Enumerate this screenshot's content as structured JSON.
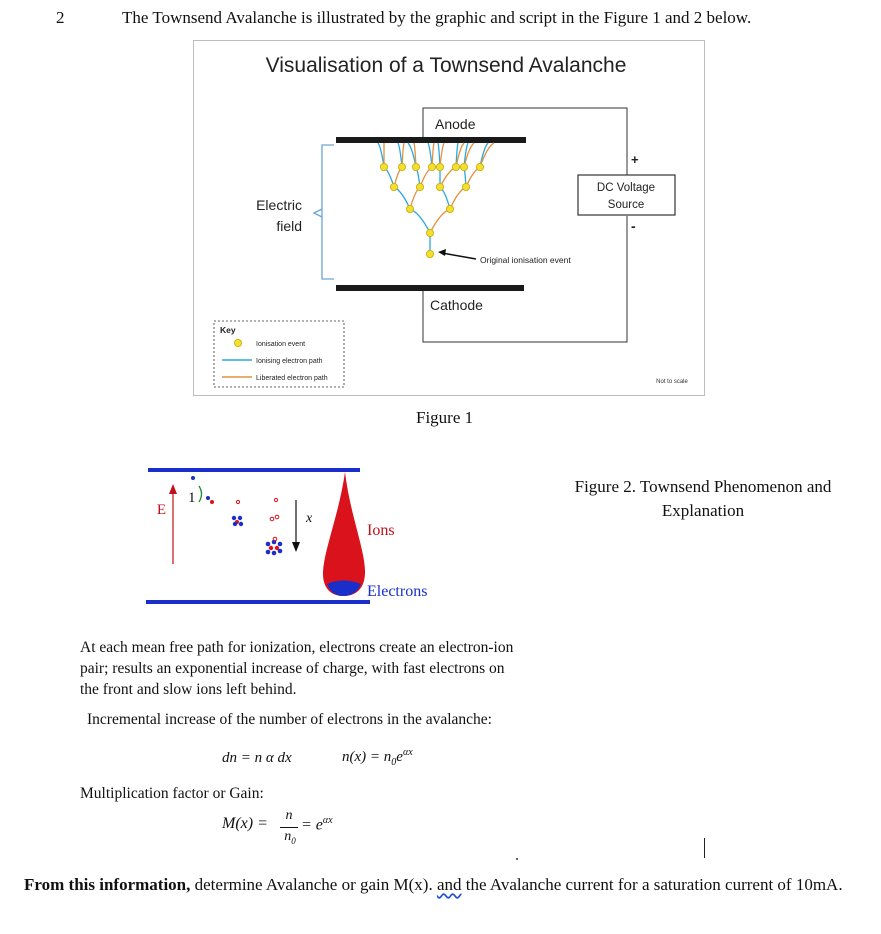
{
  "question": {
    "number": "2",
    "intro": "The Townsend Avalanche is illustrated by the graphic and script in the Figure 1 and 2 below."
  },
  "figure1": {
    "title": "Visualisation of a Townsend Avalanche",
    "anode": "Anode",
    "cathode": "Cathode",
    "electric_field": [
      "Electric",
      "field"
    ],
    "voltage_source": [
      "DC Voltage",
      "Source"
    ],
    "plus": "+",
    "minus": "-",
    "original_event": "Original ionisation event",
    "key_title": "Key",
    "key_items": [
      "Ionisation event",
      "Ionising electron path",
      "Liberated electron path"
    ],
    "not_to_scale": "Not to scale",
    "caption": "Figure 1",
    "colors": {
      "ionisation": "#f2df2f",
      "ionising_path": "#2aa8de",
      "liberated_path": "#e4913f"
    }
  },
  "figure2": {
    "caption": "Figure 2. Townsend Phenomenon and Explanation",
    "label_E": "E",
    "label_1": "1",
    "label_x": "x",
    "ions": "Ions",
    "electrons": "Electrons",
    "text1": "At each mean free path for ionization, electrons create an electron-ion pair; results an exponential increase of charge, with fast electrons on the front and slow ions left behind.",
    "text2": "Incremental increase of the number of electrons in the avalanche:",
    "eq1": "dn = n α dx",
    "eq2_lhs": "n(x) = n",
    "eq2_sub": "0",
    "eq2_exp": "αx",
    "eq2_base": "e",
    "gain_label": "Multiplication factor or Gain:",
    "gain_lhs": "M(x) =",
    "gain_num": "n",
    "gain_den": "n",
    "gain_den_sub": "0",
    "gain_rhs": "= e",
    "gain_exp": "αx",
    "colors": {
      "plate": "#1a2fc9",
      "ions": "#d9121b",
      "electrons": "#1a2fc9",
      "field_arrow": "#c0101a"
    }
  },
  "final_question": {
    "bold": "From this information,",
    "part1": " determine Avalanche or gain M(x). ",
    "wavy": "and",
    "part2": " the Avalanche current for a saturation current of 10mA."
  }
}
